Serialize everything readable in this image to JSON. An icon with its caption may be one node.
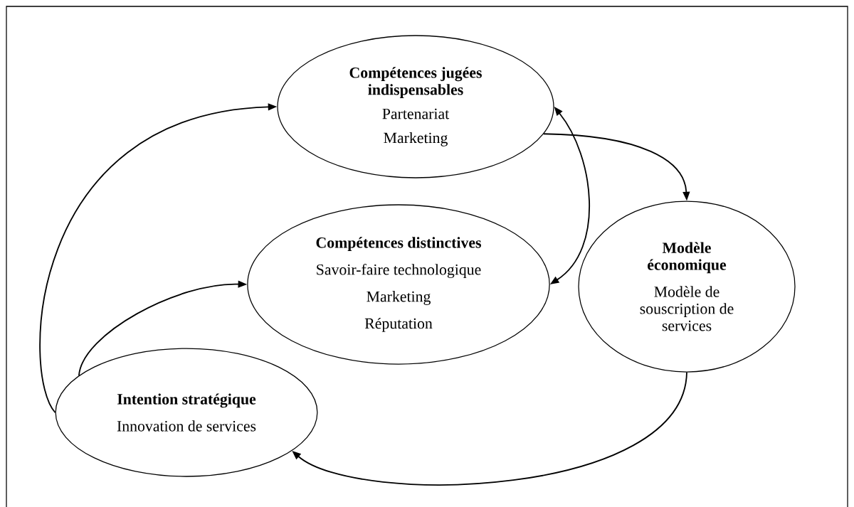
{
  "diagram": {
    "nodes": [
      {
        "text": [
          "Compétences jugées indispensables",
          "Partenariat",
          "Marketing"
        ]
      },
      {
        "text": [
          "Compétences distinctives",
          "Savoir-faire technologique",
          "Marketing",
          "Réputation"
        ]
      },
      {
        "text": [
          "Modèle économique",
          "Modèle de souscription de services"
        ]
      },
      {
        "text": [
          "Intention stratégique",
          "Innovation de services"
        ]
      }
    ],
    "edges": [
      {
        "from": 3,
        "to": 0,
        "arrow": "to"
      },
      {
        "from": 3,
        "to": 1,
        "arrow": "to"
      },
      {
        "from": 0,
        "to": 1,
        "arrow": "both"
      },
      {
        "from": 0,
        "to": 2,
        "arrow": "to"
      },
      {
        "from": 2,
        "to": 3,
        "arrow": "to"
      }
    ]
  }
}
